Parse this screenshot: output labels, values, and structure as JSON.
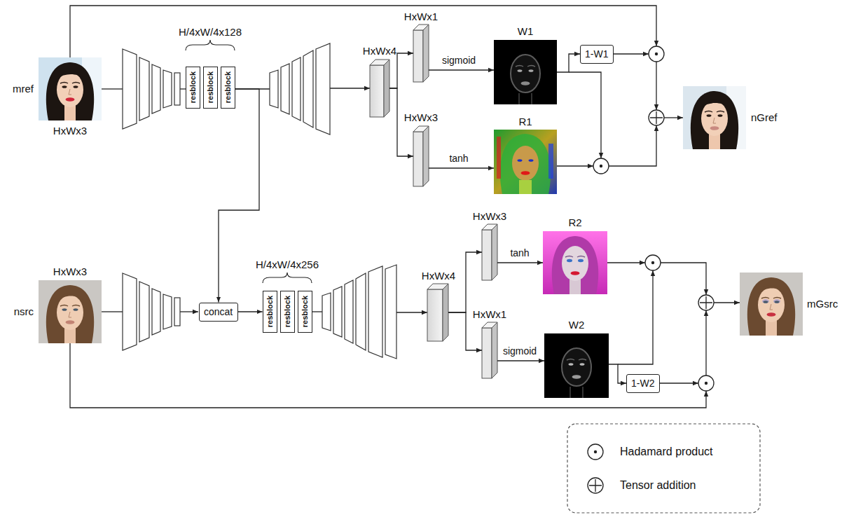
{
  "diagram": {
    "nodes": [
      {
        "text": [
          "mref",
          "HxWx3"
        ]
      },
      {
        "text": [
          "resblock"
        ]
      },
      {
        "text": [
          "resblock"
        ]
      },
      {
        "text": [
          "resblock"
        ]
      },
      {
        "text": [
          "HxWx4"
        ]
      },
      {
        "text": [
          "HxWx1"
        ]
      },
      {
        "text": [
          "W1"
        ]
      },
      {
        "text": [
          "1-W1"
        ]
      },
      {
        "text": [
          "HxWx3"
        ]
      },
      {
        "text": [
          "R1"
        ]
      },
      {
        "text": [
          "nGref"
        ]
      },
      {
        "text": [
          "HxWx3",
          "nsrc"
        ]
      },
      {
        "text": [
          "concat"
        ]
      },
      {
        "text": [
          "resblock"
        ]
      },
      {
        "text": [
          "resblock"
        ]
      },
      {
        "text": [
          "resblock"
        ]
      },
      {
        "text": [
          "HxWx4"
        ]
      },
      {
        "text": [
          "HxWx3"
        ]
      },
      {
        "text": [
          "R2"
        ]
      },
      {
        "text": [
          "HxWx1"
        ]
      },
      {
        "text": [
          "W2"
        ]
      },
      {
        "text": [
          "1-W2"
        ]
      },
      {
        "text": [
          "mGsrc"
        ]
      }
    ],
    "edges": [
      {
        "from": 3,
        "to": 12,
        "arrow": "to"
      },
      {
        "from": 12,
        "to": 13,
        "arrow": "to"
      },
      {
        "from": 4,
        "to": 5,
        "arrow": "to"
      },
      {
        "from": 4,
        "to": 8,
        "arrow": "to"
      },
      {
        "from": 5,
        "to": 6,
        "label": "sigmoid",
        "arrow": "to"
      },
      {
        "from": 8,
        "to": 9,
        "label": "tanh",
        "arrow": "to"
      },
      {
        "from": 6,
        "to": 7,
        "arrow": "to"
      },
      {
        "from": 16,
        "to": 17,
        "arrow": "to"
      },
      {
        "from": 16,
        "to": 19,
        "arrow": "to"
      },
      {
        "from": 17,
        "to": 18,
        "label": "tanh",
        "arrow": "to"
      },
      {
        "from": 19,
        "to": 20,
        "label": "sigmoid",
        "arrow": "to"
      },
      {
        "from": 20,
        "to": 21,
        "arrow": "to"
      }
    ],
    "labels": [
      "H/4xW/4x128",
      "H/4xW/4x256"
    ],
    "legend": [
      {
        "text": "Hadamard product"
      },
      {
        "text": "Tensor addition"
      }
    ]
  }
}
